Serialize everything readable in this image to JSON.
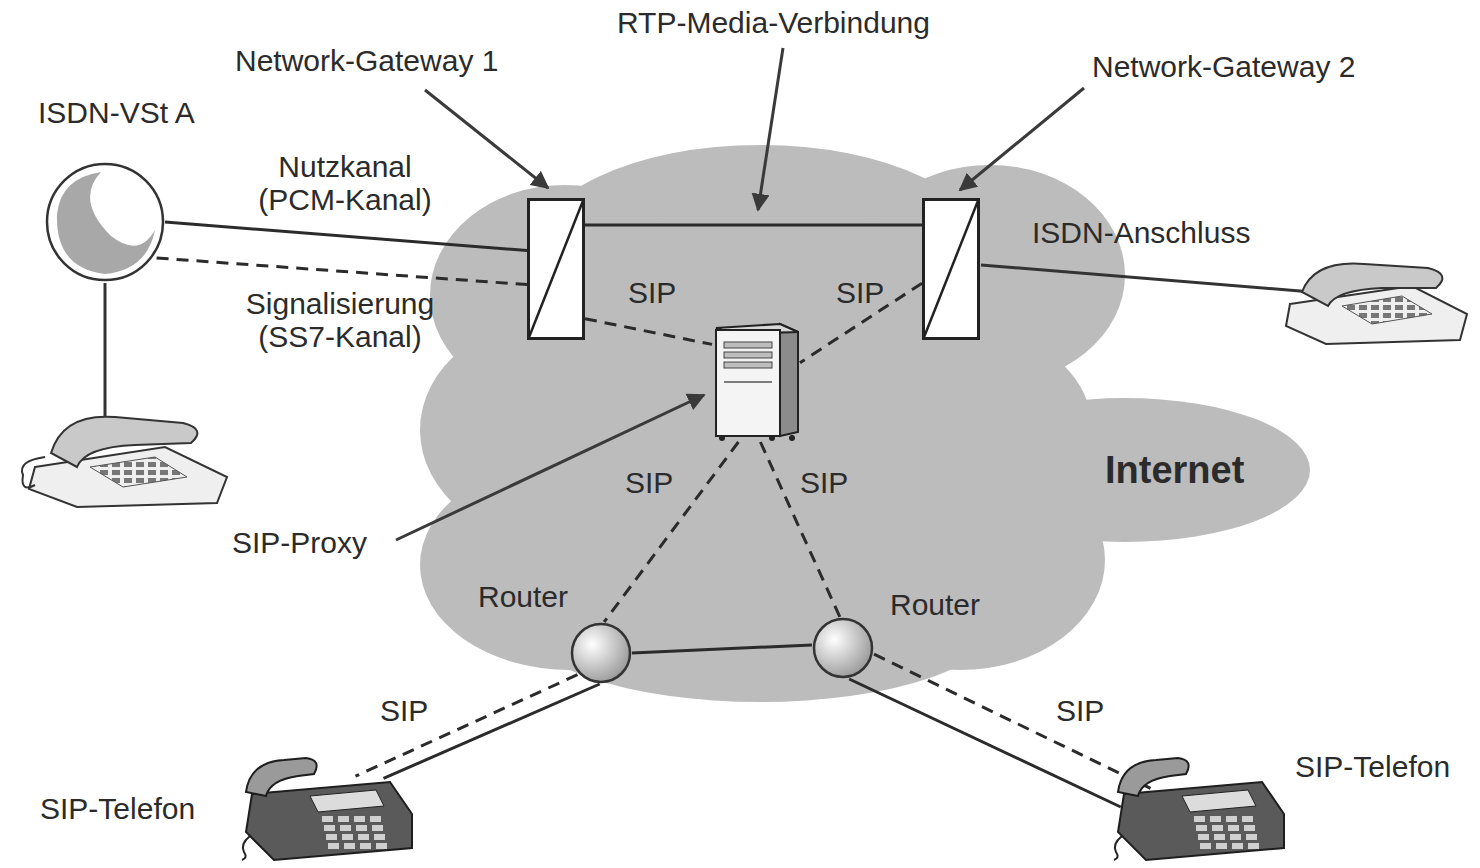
{
  "diagram": {
    "nodes": [
      {
        "text": [
          "ISDN-VSt A"
        ]
      },
      {
        "text": [
          "Network-Gateway 1"
        ]
      },
      {
        "text": [
          "Network-Gateway 2"
        ]
      },
      {
        "text": [
          "SIP-Proxy"
        ]
      },
      {
        "text": [
          "Router"
        ]
      },
      {
        "text": [
          "Router"
        ]
      },
      {
        "text": [
          "SIP-Telefon"
        ]
      },
      {
        "text": [
          "SIP-Telefon"
        ]
      }
    ],
    "edges": [
      {
        "from": 0,
        "to": 1,
        "label": "Nutzkanal (PCM-Kanal)",
        "arrow": "none"
      },
      {
        "from": 0,
        "to": 1,
        "label": "Signalisierung (SS7-Kanal)",
        "arrow": "none"
      },
      {
        "from": 1,
        "to": 2,
        "label": "RTP-Media-Verbindung",
        "arrow": "none"
      },
      {
        "from": 1,
        "to": 3,
        "label": "SIP",
        "arrow": "none"
      },
      {
        "from": 2,
        "to": 3,
        "label": "SIP",
        "arrow": "none"
      },
      {
        "from": 3,
        "to": 4,
        "label": "SIP",
        "arrow": "none"
      },
      {
        "from": 3,
        "to": 5,
        "label": "SIP",
        "arrow": "none"
      },
      {
        "from": 4,
        "to": 6,
        "label": "SIP",
        "arrow": "none"
      },
      {
        "from": 5,
        "to": 7,
        "label": "SIP",
        "arrow": "none"
      },
      {
        "from": 4,
        "to": 6,
        "arrow": "none"
      },
      {
        "from": 5,
        "to": 7,
        "arrow": "none"
      },
      {
        "from": 4,
        "to": 5,
        "arrow": "none"
      }
    ],
    "labels": [
      "Internet",
      "ISDN-Anschluss"
    ]
  }
}
